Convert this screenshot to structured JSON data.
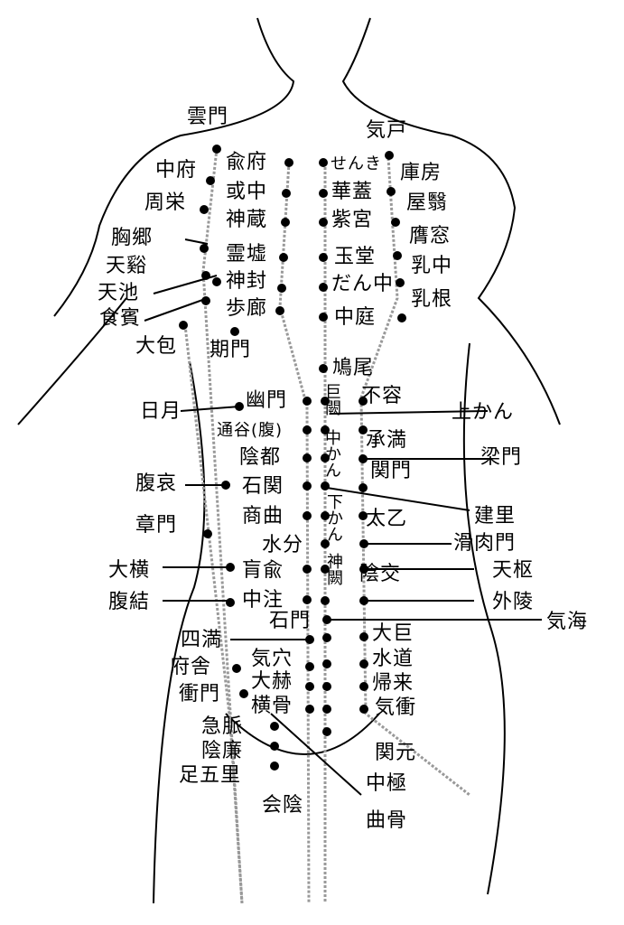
{
  "diagram": {
    "colors": {
      "ink": "#000000",
      "meridian": "#999999"
    },
    "labels": {
      "unmon": "雲門",
      "kiko": "気戸",
      "chufu": "中府",
      "yufu": "兪府",
      "senki": "せんき",
      "kobo": "庫房",
      "shuei": "周栄",
      "wakuchu": "或中",
      "kagai": "華蓋",
      "okuei": "屋翳",
      "shinzo": "神蔵",
      "shikyu": "紫宮",
      "yoso": "膺窓",
      "kyokyo": "胸郷",
      "reikyo": "霊墟",
      "gyokudo": "玉堂",
      "tenkei": "天谿",
      "shinpo": "神封",
      "danchu": "だん中",
      "nyuchu": "乳中",
      "tenchi": "天池",
      "horo": "歩廊",
      "chutei": "中庭",
      "nyukon": "乳根",
      "shokutoku": "食賓",
      "taiho": "大包",
      "kimon": "期門",
      "kyubi": "鳩尾",
      "koketsu": "巨闕",
      "fuyo": "不容",
      "jitsugetsu": "日月",
      "yumon": "幽門",
      "jokan": "上かん",
      "tsukoku": "通谷(腹)",
      "shoman": "承満",
      "chukan": "中かん",
      "into": "陰都",
      "ryomon": "梁門",
      "kanmon": "関門",
      "fukuai": "腹哀",
      "sekikan": "石関",
      "kenri": "建里",
      "shokyoku": "商曲",
      "gekan": "下かん",
      "taiitsu": "太乙",
      "shomon": "章門",
      "suibun": "水分",
      "katsunikumon": "滑肉門",
      "daio": "大横",
      "koyu": "肓兪",
      "shinketsu": "神闕",
      "tensu": "天枢",
      "inko": "陰交",
      "fukketsu": "腹結",
      "chuchu": "中注",
      "gairyo": "外陵",
      "sekimon": "石門",
      "kikai": "気海",
      "daiko": "大巨",
      "shiman": "四満",
      "kiketsu": "気穴",
      "suido": "水道",
      "fusha": "府舎",
      "daikaku": "大赫",
      "kirai": "帰来",
      "shomon2": "衝門",
      "okotsu": "横骨",
      "kisho": "気衝",
      "kyumyaku": "急脈",
      "kangen": "関元",
      "inren": "陰廉",
      "ashigori": "足五里",
      "chukyoku": "中極",
      "ein": "会陰",
      "kyokukotsu": "曲骨"
    }
  }
}
